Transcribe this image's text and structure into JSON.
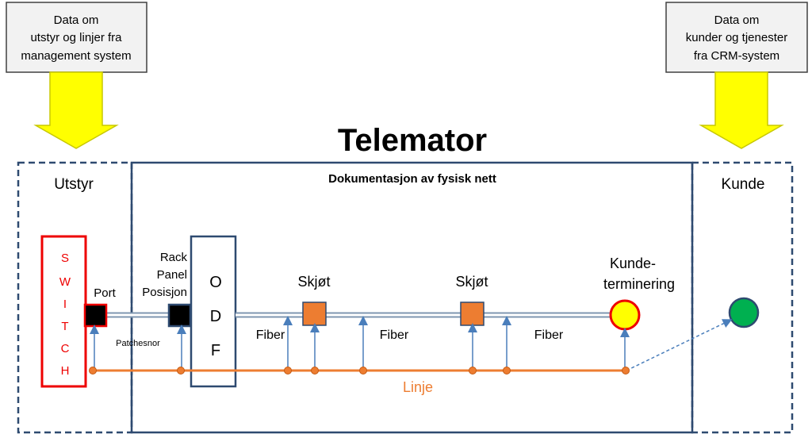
{
  "title": "Telemator",
  "colors": {
    "arrow_fill": "#ffff00",
    "arrow_stroke": "#c8c800",
    "box_fill": "#f2f2f2",
    "box_stroke": "#404040",
    "frame_stroke": "#2e4a70",
    "switch_red": "#ee0000",
    "orange": "#ed7d31",
    "splice_fill": "#ed7d31",
    "cable_stroke": "#7f97b0",
    "terminal_yellow": "#ffff00",
    "customer_green": "#00b050",
    "up_arrow_blue": "#4a7ebb",
    "port_black": "#000000"
  },
  "source_boxes": {
    "left": [
      "Data om",
      "utstyr og linjer fra",
      "management system"
    ],
    "right": [
      "Data om",
      "kunder og tjenester",
      "fra CRM-system"
    ]
  },
  "sections": {
    "equipment": "Utstyr",
    "documentation": "Dokumentasjon av fysisk nett",
    "customer": "Kunde"
  },
  "switch_letters": [
    "S",
    "W",
    "I",
    "T",
    "C",
    "H"
  ],
  "odf_letters": [
    "O",
    "D",
    "F"
  ],
  "labels": {
    "port": "Port",
    "rack": [
      "Rack",
      "Panel",
      "Posisjon"
    ],
    "patchcord": "Patchesnor",
    "splice_1": "Skjøt",
    "splice_2": "Skjøt",
    "fiber_1": "Fiber",
    "fiber_2": "Fiber",
    "fiber_3": "Fiber",
    "termination": [
      "Kunde-",
      "terminering"
    ],
    "line": "Linje"
  }
}
